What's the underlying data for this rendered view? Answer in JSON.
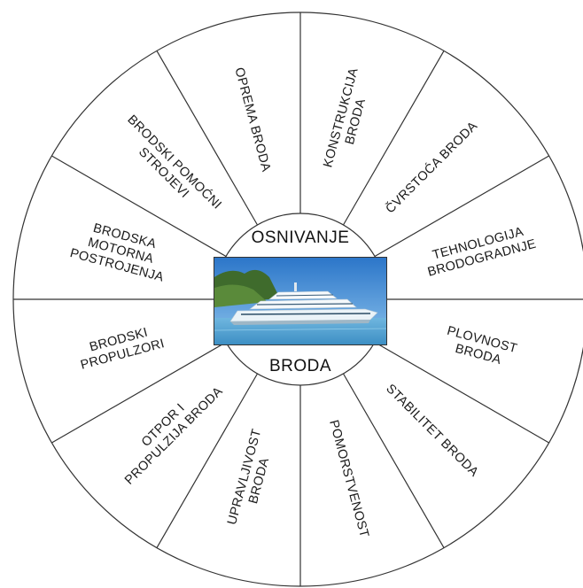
{
  "hub": {
    "top_label": "OSNIVANJE",
    "bottom_label": "BRODA",
    "image_icon": "yacht-photo"
  },
  "segments": [
    {
      "id": "konstrukcija",
      "lines": [
        "KONSTRUKCIJA",
        "BRODA"
      ]
    },
    {
      "id": "cvrstoca",
      "lines": [
        "ČVRSTOĆA BRODA"
      ]
    },
    {
      "id": "tehnologija",
      "lines": [
        "TEHNOLOGIJA",
        "BRODOGRADNJE"
      ]
    },
    {
      "id": "plovnost",
      "lines": [
        "PLOVNOST",
        "BRODA"
      ]
    },
    {
      "id": "stabilitet",
      "lines": [
        "STABILITET BRODA"
      ]
    },
    {
      "id": "pomorstvenost",
      "lines": [
        "POMORSTVENOST"
      ]
    },
    {
      "id": "upravljivost",
      "lines": [
        "UPRAVLJIVOST",
        "BRODA"
      ]
    },
    {
      "id": "otpor",
      "lines": [
        "OTPOR I",
        "PROPULZIJA BRODA"
      ]
    },
    {
      "id": "propulzori",
      "lines": [
        "BRODSKI",
        "PROPULZORI"
      ]
    },
    {
      "id": "motorna",
      "lines": [
        "BRODSKA",
        "MOTORNA",
        "POSTROJENJA"
      ]
    },
    {
      "id": "pomocni",
      "lines": [
        "BRODSKI POMOĆNI",
        "STROJEVI"
      ]
    },
    {
      "id": "oprema",
      "lines": [
        "OPREMA BRODA"
      ]
    }
  ],
  "colors": {
    "line": "#333333",
    "text": "#1a1a1a",
    "sea": "#5aa9d6",
    "sky": "#2f7fd0"
  }
}
